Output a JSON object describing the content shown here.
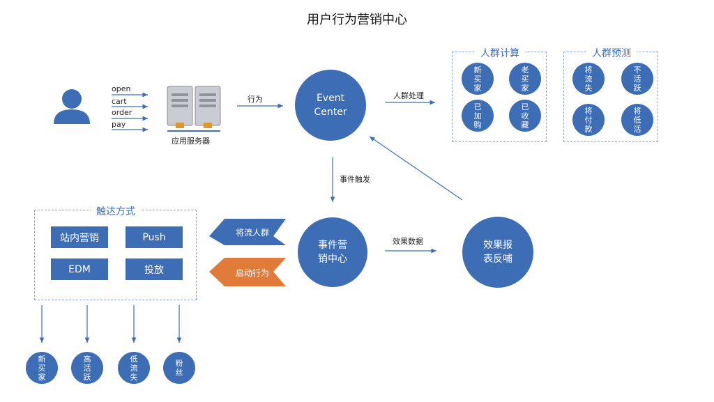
{
  "title": "用户行为营销中心",
  "user_actions": [
    "open",
    "cart",
    "order",
    "pay"
  ],
  "server_label": "应用服务器",
  "behavior_label": "行为",
  "event_center": [
    "Event",
    "Center"
  ],
  "crowd_processing_label": "人群处理",
  "crowd_calc": {
    "title": "人群计算",
    "items": [
      [
        "新",
        "买",
        "家"
      ],
      [
        "老",
        "买",
        "家"
      ],
      [
        "已",
        "加",
        "购"
      ],
      [
        "已",
        "收",
        "藏"
      ]
    ]
  },
  "crowd_predict": {
    "title": "人群预测",
    "items": [
      [
        "将",
        "流",
        "失"
      ],
      [
        "不",
        "活",
        "跃"
      ],
      [
        "将",
        "付",
        "款"
      ],
      [
        "将",
        "低",
        "活"
      ]
    ]
  },
  "event_trigger_label": "事件触发",
  "event_marketing": [
    "事件营",
    "销中心"
  ],
  "effect_data_label": "效果数据",
  "effect_report": [
    "效果报",
    "表反哺"
  ],
  "arrows": {
    "churn_crowd": "将流人群",
    "start_behavior": "启动行为"
  },
  "reach": {
    "title": "触达方式",
    "buttons": [
      "站内营销",
      "Push",
      "EDM",
      "投放"
    ]
  },
  "targets": [
    [
      "新",
      "买",
      "家"
    ],
    [
      "高",
      "活",
      "跃"
    ],
    [
      "低",
      "流",
      "失"
    ],
    [
      "粉",
      "丝"
    ]
  ],
  "colors": {
    "primary": "#3d6db5",
    "orange": "#e07b39",
    "line": "#3d6db5"
  }
}
